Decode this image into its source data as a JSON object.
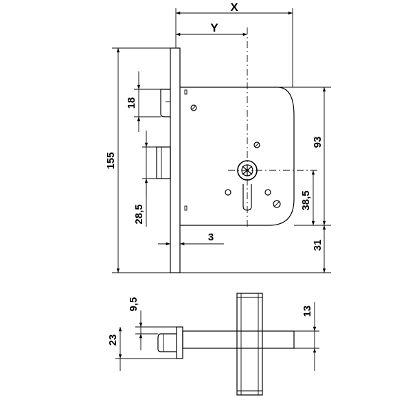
{
  "drawing": {
    "labels": {
      "x": "X",
      "y": "Y",
      "d155": "155",
      "d18": "18",
      "d28_5": "28,5",
      "d3": "3",
      "d93": "93",
      "d38_5": "38,5",
      "d31": "31",
      "d9_5": "9,5",
      "d23": "23",
      "d13": "13"
    }
  }
}
